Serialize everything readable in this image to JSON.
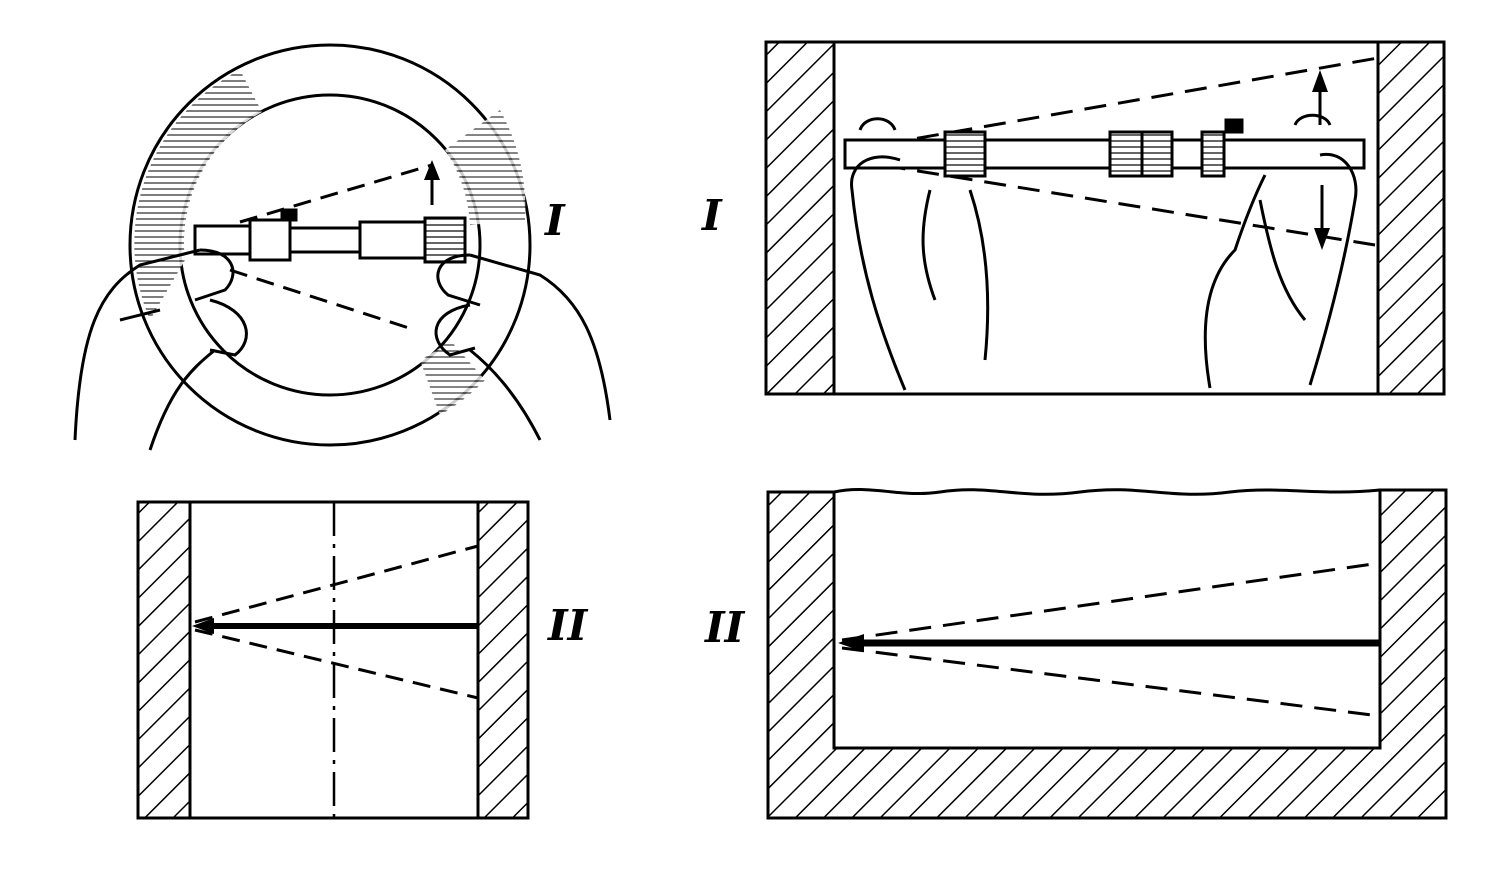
{
  "figure": {
    "colors": {
      "ink": "#000000",
      "paper": "#ffffff"
    },
    "panels": [
      {
        "id": "ring-view",
        "label": "I"
      },
      {
        "id": "bore-view",
        "label": "I"
      },
      {
        "id": "open-bore-section",
        "label": "II"
      },
      {
        "id": "blind-bore-section",
        "label": "II"
      }
    ]
  }
}
